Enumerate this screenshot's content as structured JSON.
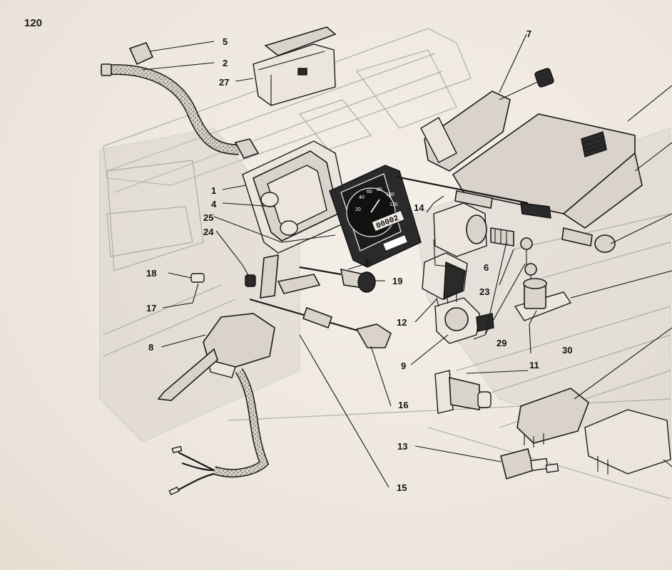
{
  "page": {
    "number": "120"
  },
  "callouts": [
    {
      "id": "1",
      "label": "1"
    },
    {
      "id": "2",
      "label": "2"
    },
    {
      "id": "3",
      "label": "3"
    },
    {
      "id": "4",
      "label": "4"
    },
    {
      "id": "5",
      "label": "5"
    },
    {
      "id": "6",
      "label": "6"
    },
    {
      "id": "7",
      "label": "7"
    },
    {
      "id": "8",
      "label": "8"
    },
    {
      "id": "9",
      "label": "9"
    },
    {
      "id": "11",
      "label": "11"
    },
    {
      "id": "12",
      "label": "12"
    },
    {
      "id": "13",
      "label": "13"
    },
    {
      "id": "14",
      "label": "14"
    },
    {
      "id": "15",
      "label": "15"
    },
    {
      "id": "16",
      "label": "16"
    },
    {
      "id": "17",
      "label": "17"
    },
    {
      "id": "18",
      "label": "18"
    },
    {
      "id": "19",
      "label": "19"
    },
    {
      "id": "23",
      "label": "23"
    },
    {
      "id": "24",
      "label": "24"
    },
    {
      "id": "25",
      "label": "25"
    },
    {
      "id": "27",
      "label": "27"
    },
    {
      "id": "29",
      "label": "29"
    },
    {
      "id": "30",
      "label": "30"
    }
  ],
  "speedometer": {
    "odometer": "00002",
    "dial_numbers": [
      "20",
      "40",
      "60",
      "80",
      "100",
      "120"
    ]
  }
}
